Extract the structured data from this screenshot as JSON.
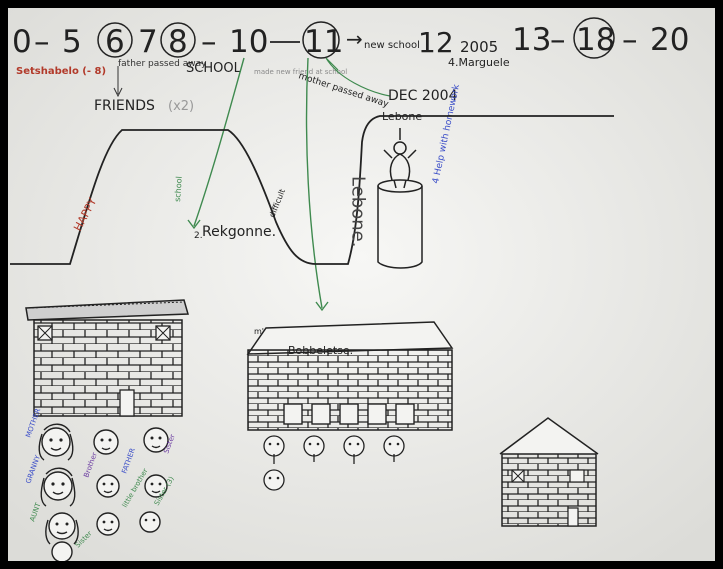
{
  "timeline": {
    "ages": [
      "0",
      "5",
      "6",
      "7",
      "8",
      "10",
      "11",
      "12",
      "13",
      "18",
      "20"
    ],
    "separators": [
      "–",
      "–",
      "–",
      "–",
      "–"
    ],
    "arrow_glyph": "→",
    "new_school": "new school",
    "year_2005": "2005",
    "place_2005": "4.Marguele"
  },
  "annotations": {
    "early_name": "Setshabelo (- 8)",
    "father_note": "father passed away",
    "school_note": "SCHOOL",
    "friends": "FRIENDS",
    "friends_count": "(x2)",
    "faint_note": "made new friend at school",
    "mother_note": "mother passed away",
    "dec_2004": "DEC 2004",
    "lebone_top": "Lebone",
    "help_note": "4 Help with homework",
    "happy": "HAPPY",
    "school_vertical": "school",
    "school_number": "2.",
    "difficult": "difficult",
    "lebone_vertical": "Lebone.",
    "place_mid": "Rekgonne.",
    "place_school2": "Bobbeletse.",
    "school2_number": "m'"
  },
  "family": {
    "mother": "MOTHER",
    "granny": "GRANNY",
    "aunt": "AUNT",
    "brother": "Brother",
    "father": "FATHER",
    "sister": "Sister",
    "little_brother": "little brother",
    "sister_3": "Sister (3)",
    "sister_small": "Sister"
  },
  "colors": {
    "ink": "#2a2a2a",
    "red": "#b23a2a",
    "green": "#3f8a4f",
    "blue": "#3b4ec8",
    "purple": "#6a3aa0",
    "paper": "#f3f3f1"
  }
}
